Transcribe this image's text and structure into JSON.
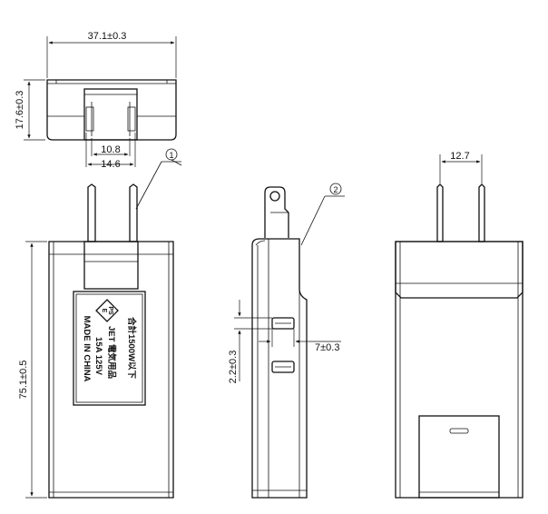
{
  "dimensions": {
    "top_width": "37.1±0.3",
    "top_height": "17.6±0.3",
    "top_inner_width": "10.8",
    "top_outer_width": "14.6",
    "pin_spacing": "12.7",
    "overall_height": "75.1±0.5",
    "side_depth": "7±0.3",
    "pin_thickness": "2.2±0.3"
  },
  "callouts": {
    "c1": "1",
    "c2": "2"
  },
  "label_plate": {
    "line1": "合計1500W以下",
    "line2": "JET 電気用品",
    "line3": "15A 125V",
    "line4": "MADE IN CHINA",
    "pse_top": "PS",
    "pse_bottom": "E"
  }
}
